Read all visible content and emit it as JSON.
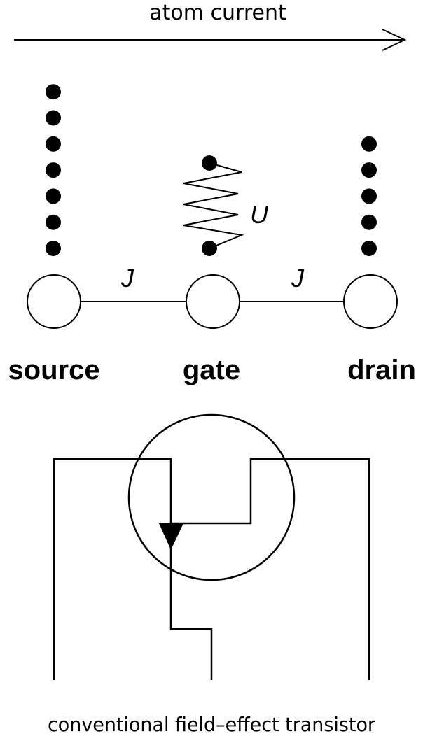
{
  "title": "atom current",
  "nodes": [
    {
      "id": "source",
      "label": "source",
      "atoms": 7
    },
    {
      "id": "gate",
      "label": "gate",
      "atoms": 2
    },
    {
      "id": "drain",
      "label": "drain",
      "atoms": 5
    }
  ],
  "couplings": {
    "left": "J",
    "right": "J",
    "interaction": "U"
  },
  "caption": "conventional field–effect transistor",
  "icons": {
    "arrow": "arrow-right-icon",
    "spring": "spring-icon",
    "transistor": "fet-symbol-icon"
  },
  "colors": {
    "ink": "#000000",
    "background": "#ffffff"
  }
}
